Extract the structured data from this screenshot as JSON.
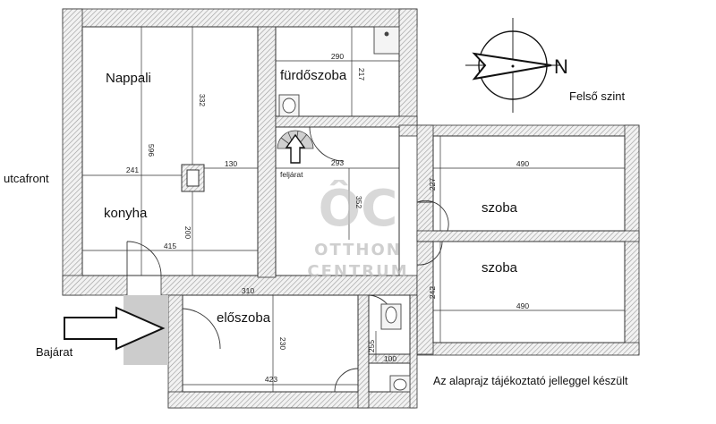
{
  "rooms": {
    "nappali": "Nappali",
    "konyha": "konyha",
    "furdoszoba": "fürdőszoba",
    "szoba1": "szoba",
    "szoba2": "szoba",
    "eloszoba": "előszoba",
    "feljarat": "feljárat"
  },
  "dimensions": {
    "d_332": "332",
    "d_596": "596",
    "d_241": "241",
    "d_130": "130",
    "d_200": "200",
    "d_415": "415",
    "d_290": "290",
    "d_217": "217",
    "d_293": "293",
    "d_352": "352",
    "d_490a": "490",
    "d_227": "227",
    "d_490b": "490",
    "d_242": "242",
    "d_310": "310",
    "d_230": "230",
    "d_423": "423",
    "d_255": "255",
    "d_100": "100"
  },
  "labels": {
    "utcafront": "utcafront",
    "bajarat": "Bajárat",
    "felso_szint": "Felső szint",
    "note": "Az alaprajz tájékoztató jelleggel készült",
    "compass_letter": "N"
  },
  "watermark": {
    "logo": "ÔC",
    "line1": "OTTHON",
    "line2": "CENTRUM"
  }
}
